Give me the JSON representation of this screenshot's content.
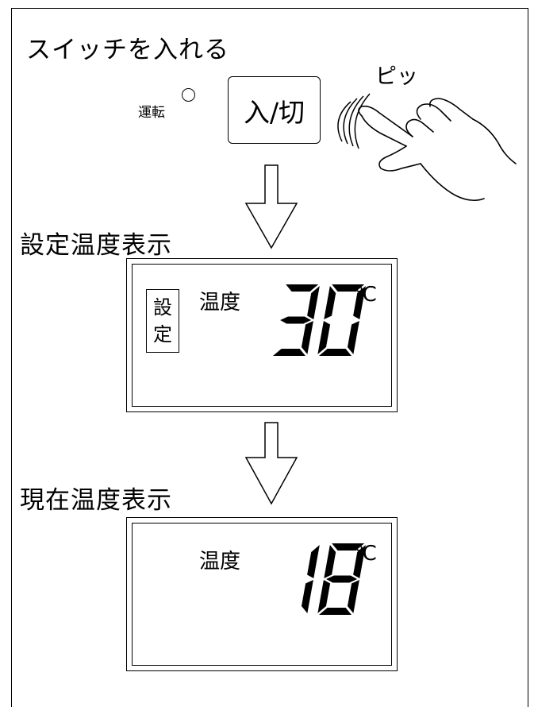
{
  "step1": {
    "heading": "スイッチを入れる",
    "beep": "ピッ",
    "run_label": "運転",
    "power_button": "入/切"
  },
  "step2": {
    "heading": "設定温度表示",
    "badge_line1": "設",
    "badge_line2": "定",
    "temp_label": "温度",
    "value": "30",
    "unit": "℃"
  },
  "step3": {
    "heading": "現在温度表示",
    "temp_label": "温度",
    "value": "18",
    "unit": "℃"
  }
}
